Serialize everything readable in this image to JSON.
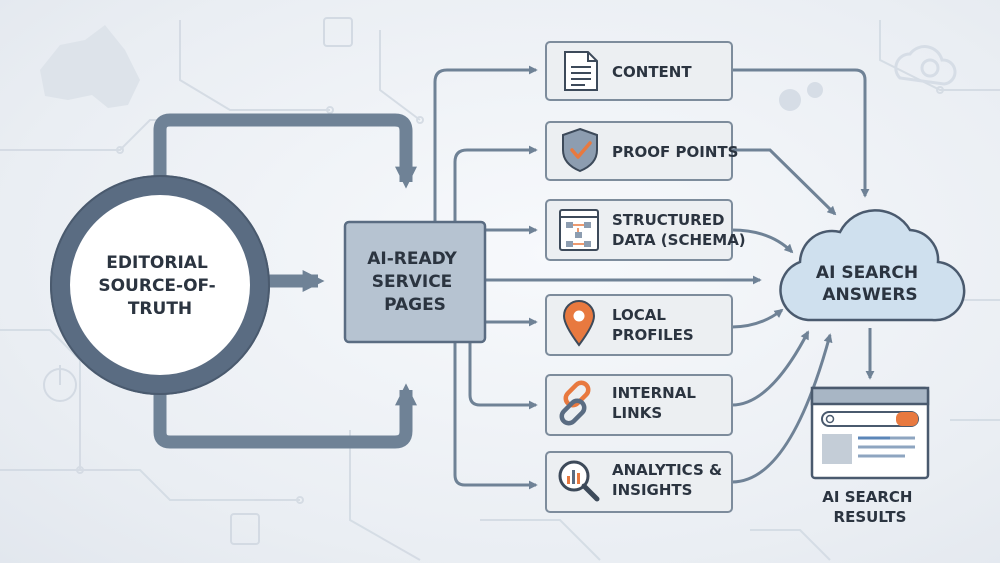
{
  "source": {
    "lines": [
      "EDITORIAL",
      "SOURCE-OF-",
      "TRUTH"
    ]
  },
  "hub": {
    "lines": [
      "AI-READY",
      "SERVICE",
      "PAGES"
    ]
  },
  "components": [
    {
      "lines": [
        "CONTENT"
      ],
      "icon": "document-icon"
    },
    {
      "lines": [
        "PROOF POINTS"
      ],
      "icon": "shield-check-icon"
    },
    {
      "lines": [
        "STRUCTURED",
        "DATA (SCHEMA)"
      ],
      "icon": "schema-diagram-icon"
    },
    {
      "lines": [
        "LOCAL",
        "PROFILES"
      ],
      "icon": "map-pin-icon"
    },
    {
      "lines": [
        "INTERNAL",
        "LINKS"
      ],
      "icon": "chain-link-icon"
    },
    {
      "lines": [
        "ANALYTICS &",
        "INSIGHTS"
      ],
      "icon": "magnifier-chart-icon"
    }
  ],
  "answers": {
    "lines": [
      "AI SEARCH",
      "ANSWERS"
    ]
  },
  "results": {
    "lines": [
      "AI SEARCH",
      "RESULTS"
    ]
  },
  "colors": {
    "arrow": "#6f8296",
    "ring": "#5a6c82",
    "hub_fill": "#b6c3d1",
    "box_fill": "#eceff2",
    "cloud_fill": "#cfe0ee",
    "accent_orange": "#e8793f",
    "text": "#2b3440"
  }
}
